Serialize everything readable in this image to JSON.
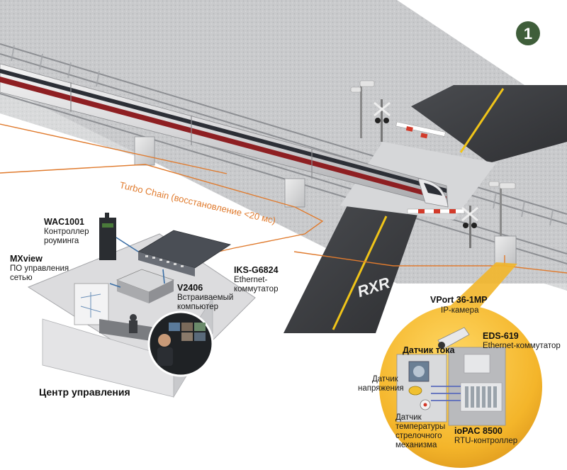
{
  "badge": {
    "number": "1",
    "color": "#3f5e3a"
  },
  "network": {
    "chain_label": "Turbo Chain (восстановление <20 мс)",
    "chain_color": "#e07b2e"
  },
  "control_center": {
    "title": "Центр управления",
    "wac": {
      "model": "WAC1001",
      "desc1": "Контроллер",
      "desc2": "роуминга"
    },
    "mxview": {
      "model": "MXview",
      "desc1": "ПО управления",
      "desc2": "сетью"
    },
    "v2406": {
      "model": "V2406",
      "desc1": "Встраиваемый",
      "desc2": "компьютер"
    },
    "iks": {
      "model": "IKS-G6824",
      "desc1": "Ethernet-",
      "desc2": "коммутатор"
    }
  },
  "crossing": {
    "road_marking": "RXR"
  },
  "cabinet": {
    "vport": {
      "model": "VPort 36-1MP",
      "desc": "IP-камера"
    },
    "eds": {
      "model": "EDS-619",
      "desc": "Ethernet-коммутатор"
    },
    "current_sensor": "Датчик тока",
    "voltage_sensor": {
      "line1": "Датчик",
      "line2": "напряжения"
    },
    "temp_sensor": {
      "line1": "Датчик",
      "line2": "температуры",
      "line3": "стрелочного",
      "line4": "механизма"
    },
    "iopac": {
      "model": "ioPAC 8500",
      "desc": "RTU-контроллер"
    },
    "accent_color": "#f2b62a"
  }
}
